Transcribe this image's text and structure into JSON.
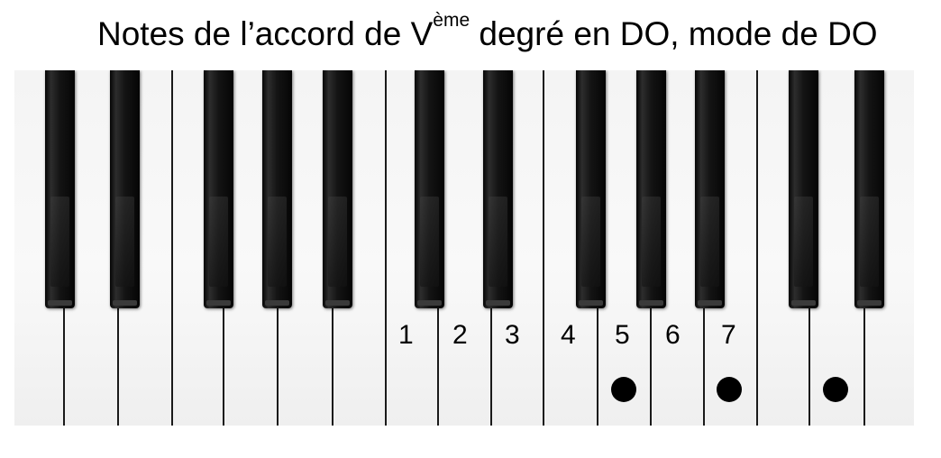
{
  "title": {
    "prefix": "Notes de l’accord de V",
    "superscript": "ème",
    "suffix": " degré en DO, mode de DO"
  },
  "key_numbers": [
    "1",
    "2",
    "3",
    "4",
    "5",
    "6",
    "7"
  ],
  "chord_tones_marked": [
    "5",
    "7",
    "9"
  ],
  "colors": {
    "black_key": "#0a0a0a",
    "white_key": "#f6f6f6",
    "dot": "#000000"
  },
  "icons": {
    "chord_marker": "filled-circle-dot"
  }
}
